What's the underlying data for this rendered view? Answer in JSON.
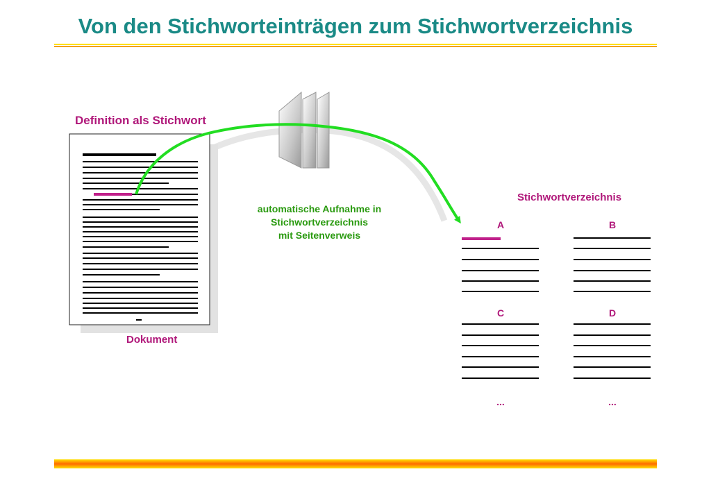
{
  "slide": {
    "title": "Von den Stichworteinträgen zum Stichwortverzeichnis"
  },
  "labels": {
    "definition": "Definition als Stichwort",
    "document": "Dokument",
    "auto_line1": "automatische Aufnahme in",
    "auto_line2": "Stichwortverzeichnis",
    "auto_line3": "mit Seitenverweis",
    "index": "Stichwortverzeichnis"
  },
  "index_sections": {
    "a": "A",
    "b": "B",
    "c": "C",
    "d": "D",
    "more_left": "...",
    "more_right": "..."
  },
  "colors": {
    "title": "#1a8a86",
    "accent_magenta": "#b0187a",
    "arrow_green": "#22dd22",
    "auto_text": "#2a9a10"
  }
}
